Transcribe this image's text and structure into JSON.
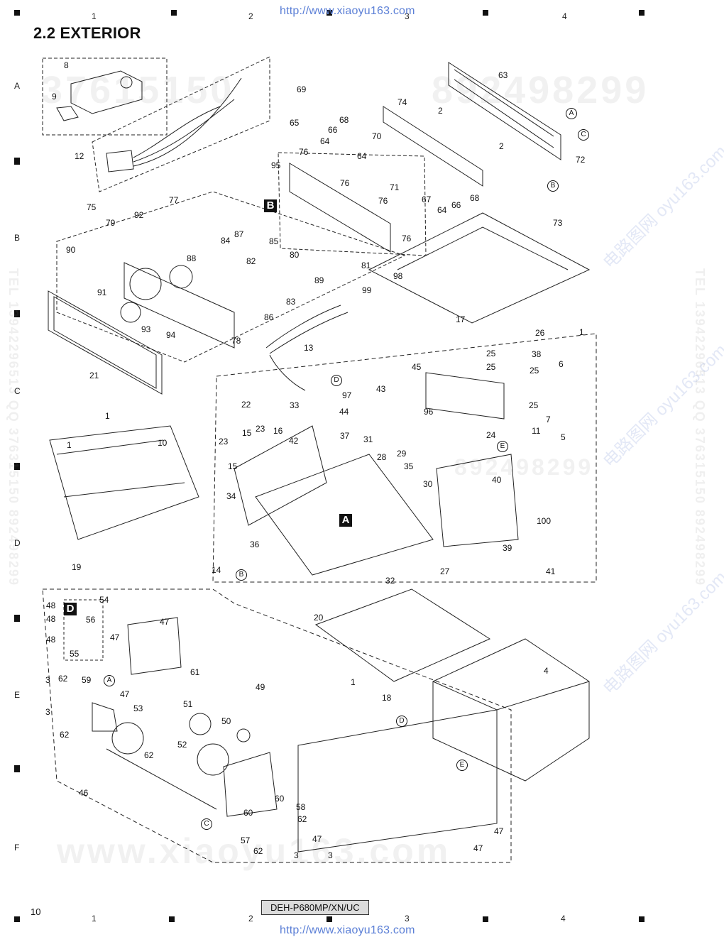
{
  "header": {
    "url": "http://www.xiaoyu163.com",
    "section_title": "2.2  EXTERIOR",
    "columns": [
      "1",
      "2",
      "3",
      "4"
    ],
    "rows": [
      "A",
      "B",
      "C",
      "D",
      "E",
      "F"
    ]
  },
  "footer": {
    "page_number": "10",
    "model": "DEH-P680MP/XN/UC",
    "url": "http://www.xiaoyu163.com",
    "columns": [
      "1",
      "2",
      "3",
      "4"
    ]
  },
  "watermarks": {
    "big_numbers": [
      "37615150",
      "892498299"
    ],
    "side_text": "TEL 13942296513  QQ 376315150  892498299",
    "diag_text": "电路图网 oyu163.com",
    "bottom_text": "www.xiaoyu163.com",
    "mid_numbers": "892498299"
  },
  "box_labels": [
    "B",
    "A",
    "D"
  ],
  "circle_labels": [
    "A",
    "C",
    "B",
    "D",
    "E",
    "B",
    "A",
    "C",
    "D",
    "E"
  ],
  "callouts": [
    "8",
    "9",
    "12",
    "69",
    "65",
    "63",
    "2",
    "74",
    "68",
    "66",
    "64",
    "70",
    "64",
    "2",
    "72",
    "95",
    "76",
    "76",
    "71",
    "67",
    "68",
    "64",
    "66",
    "73",
    "77",
    "92",
    "75",
    "79",
    "87",
    "84",
    "85",
    "80",
    "76",
    "76",
    "90",
    "88",
    "82",
    "81",
    "91",
    "89",
    "83",
    "86",
    "93",
    "94",
    "78",
    "21",
    "98",
    "99",
    "17",
    "13",
    "26",
    "1",
    "38",
    "25",
    "25",
    "45",
    "25",
    "6",
    "43",
    "25",
    "96",
    "7",
    "5",
    "22",
    "33",
    "97",
    "44",
    "1",
    "1",
    "10",
    "15",
    "23",
    "16",
    "42",
    "23",
    "37",
    "31",
    "11",
    "24",
    "15",
    "28",
    "29",
    "35",
    "30",
    "40",
    "34",
    "100",
    "36",
    "39",
    "41",
    "27",
    "19",
    "14",
    "32",
    "54",
    "48",
    "56",
    "20",
    "47",
    "48",
    "47",
    "55",
    "48",
    "61",
    "62",
    "59",
    "3",
    "3",
    "49",
    "47",
    "4",
    "1",
    "18",
    "53",
    "51",
    "50",
    "62",
    "52",
    "62",
    "46",
    "60",
    "58",
    "62",
    "60",
    "47",
    "57",
    "62",
    "3",
    "3",
    "47",
    "47"
  ]
}
